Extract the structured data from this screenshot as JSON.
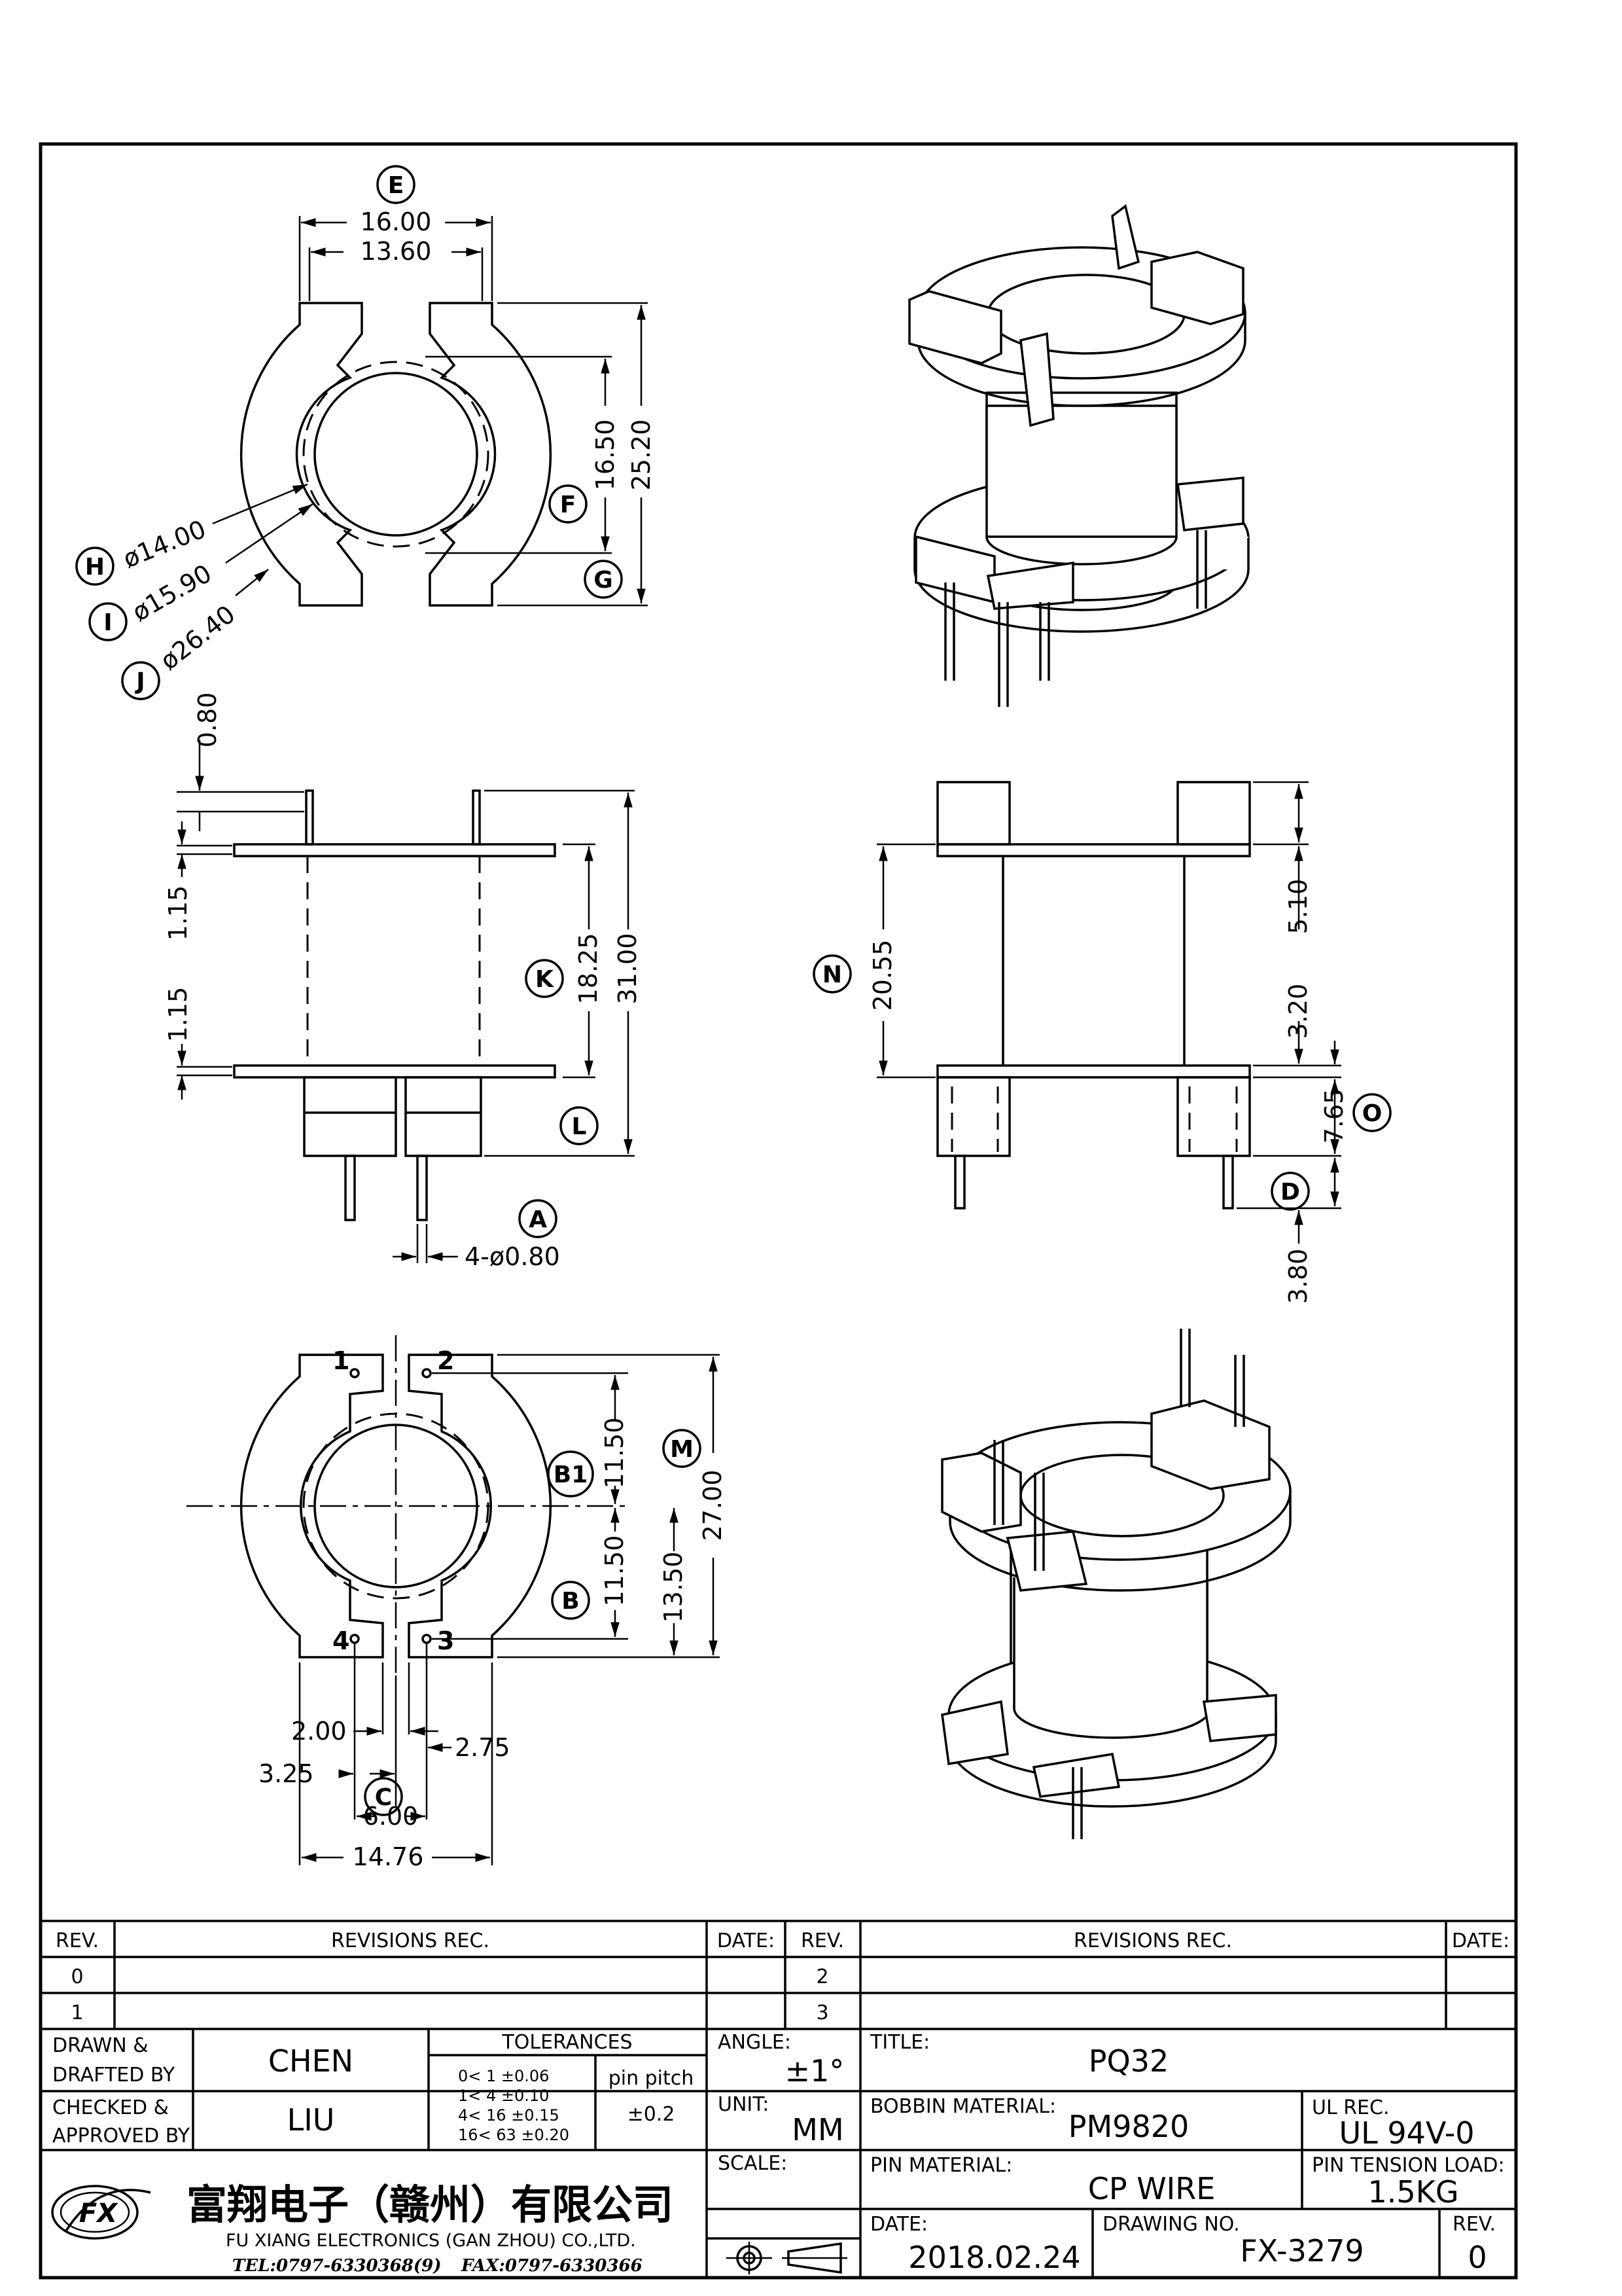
{
  "views": {
    "top": {
      "balloon_E": "E",
      "dim_16_00": "16.00",
      "dim_13_60": "13.60",
      "dim_16_50": "16.50",
      "dim_25_20": "25.20",
      "balloon_F": "F",
      "balloon_G": "G",
      "balloon_H": "H",
      "dia_H": "ø14.00",
      "balloon_I": "I",
      "dia_I": "ø15.90",
      "balloon_J": "J",
      "dia_J": "ø26.40"
    },
    "front": {
      "dim_0_80": "0.80",
      "dim_1_15_top": "1.15",
      "dim_1_15_bot": "1.15",
      "balloon_K": "K",
      "dim_18_25": "18.25",
      "dim_31_00": "31.00",
      "balloon_L": "L",
      "balloon_A": "A",
      "dim_pins": "4-ø0.80"
    },
    "side": {
      "balloon_N": "N",
      "dim_20_55": "20.55",
      "dim_5_10": "5.10",
      "dim_3_20": "3.20",
      "dim_7_65": "7.65",
      "balloon_O": "O",
      "balloon_D": "D",
      "dim_3_80": "3.80"
    },
    "bottom": {
      "pin_1": "1",
      "pin_2": "2",
      "pin_3": "3",
      "pin_4": "4",
      "balloon_B1": "B1",
      "balloon_B": "B",
      "balloon_M": "M",
      "balloon_C": "C",
      "dim_11_50_top": "11.50",
      "dim_11_50_bot": "11.50",
      "dim_13_50": "13.50",
      "dim_27_00": "27.00",
      "dim_2_00": "2.00",
      "dim_2_75": "2.75",
      "dim_3_25": "3.25",
      "dim_6_00": "6.00",
      "dim_14_76": "14.76"
    }
  },
  "revisions": {
    "headers": {
      "rev": "REV.",
      "rec": "REVISIONS  REC.",
      "date": "DATE:"
    },
    "left_revs": [
      "0",
      "1"
    ],
    "right_revs": [
      "2",
      "3"
    ]
  },
  "title_block": {
    "drawn_label_1": "DRAWN &",
    "drawn_label_2": "DRAFTED BY",
    "drawn_by": "CHEN",
    "checked_label_1": "CHECKED &",
    "checked_label_2": "APPROVED BY",
    "approved_by": "LIU",
    "tolerances_label": "TOLERANCES",
    "tolerance_rows": [
      "0<   1    ±0.06",
      "1<   4    ±0.10",
      "4<  16   ±0.15",
      "16<  63  ±0.20"
    ],
    "pin_pitch_label": "pin pitch",
    "pin_pitch_value": "±0.2",
    "angle_label": "ANGLE:",
    "angle_value": "±1°",
    "unit_label": "UNIT:",
    "unit_value": "MM",
    "scale_label": "SCALE:",
    "title_label": "TITLE:",
    "title_value": "PQ32",
    "bobbin_material_label": "BOBBIN MATERIAL:",
    "bobbin_material_value": "PM9820",
    "ul_rec_label": "UL REC.",
    "ul_rec_value": "UL 94V-0",
    "pin_material_label": "PIN MATERIAL:",
    "pin_material_value": "CP WIRE",
    "pin_tension_label": "PIN TENSION LOAD:",
    "pin_tension_value": "1.5KG",
    "date_label": "DATE:",
    "date_value": "2018.02.24",
    "drawing_no_label": "DRAWING NO.",
    "drawing_no_value": "FX-3279",
    "rev_label": "REV.",
    "rev_value": "0"
  },
  "company": {
    "name_cn": "富翔电子（赣州）有限公司",
    "name_en": "FU XIANG ELECTRONICS (GAN ZHOU) CO.,LTD.",
    "tel": "TEL:0797-6330368(9)",
    "fax": "FAX:0797-6330366",
    "logo_text": "FX"
  }
}
